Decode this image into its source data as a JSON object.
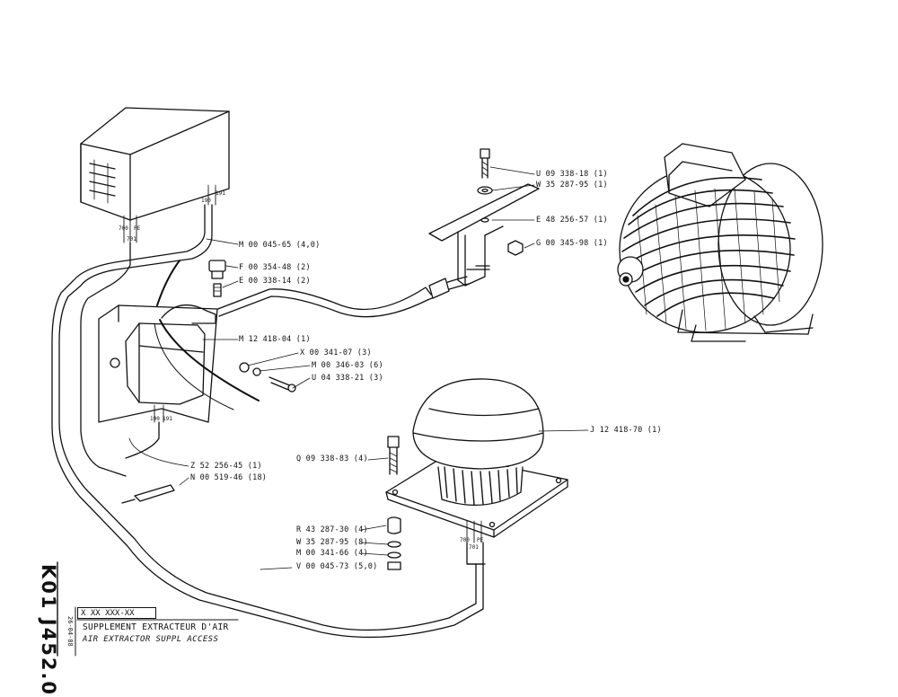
{
  "drawing_number": "K01 J452.0",
  "title_block": {
    "code": "X XX XXX-XX",
    "date": "26-04-88",
    "title_fr": "SUPPLEMENT EXTRACTEUR D'AIR",
    "title_en": "AIR EXTRACTOR SUPPL  ACCESS"
  },
  "part_labels": {
    "u0933818": "U 09 338-18 (1)",
    "w3528795_1": "W 35 287-95 (1)",
    "e4825657": "E 48 256-57 (1)",
    "g0034598": "G 00 345-98 (1)",
    "m0004565": "M 00 045-65 (4,0)",
    "f0035448": "F 00 354-48 (2)",
    "e0033814": "E 00 338-14 (2)",
    "m1241804": "M 12 418-04 (1)",
    "x0034107": "X 00 341-07 (3)",
    "m0034603": "M 00 346-03 (6)",
    "u0433821": "U 04 338-21 (3)",
    "j1241870": "J 12 418-70 (1)",
    "q0933883": "Q 09 338-83 (4)",
    "z5225645": "Z 52 256-45 (1)",
    "n0051946": "N 00 519-46 (18)",
    "r4328730": "R 43 287-30 (4)",
    "w3528795_8": "W 35 287-95 (8)",
    "m0034166": "M 00 341-66 (4)",
    "v0004573": "V 00 045-73 (5,0)"
  },
  "terminal_labels": {
    "t700": "700",
    "tpe": "PE",
    "t701": "701",
    "t190": "190",
    "t191": "191"
  }
}
